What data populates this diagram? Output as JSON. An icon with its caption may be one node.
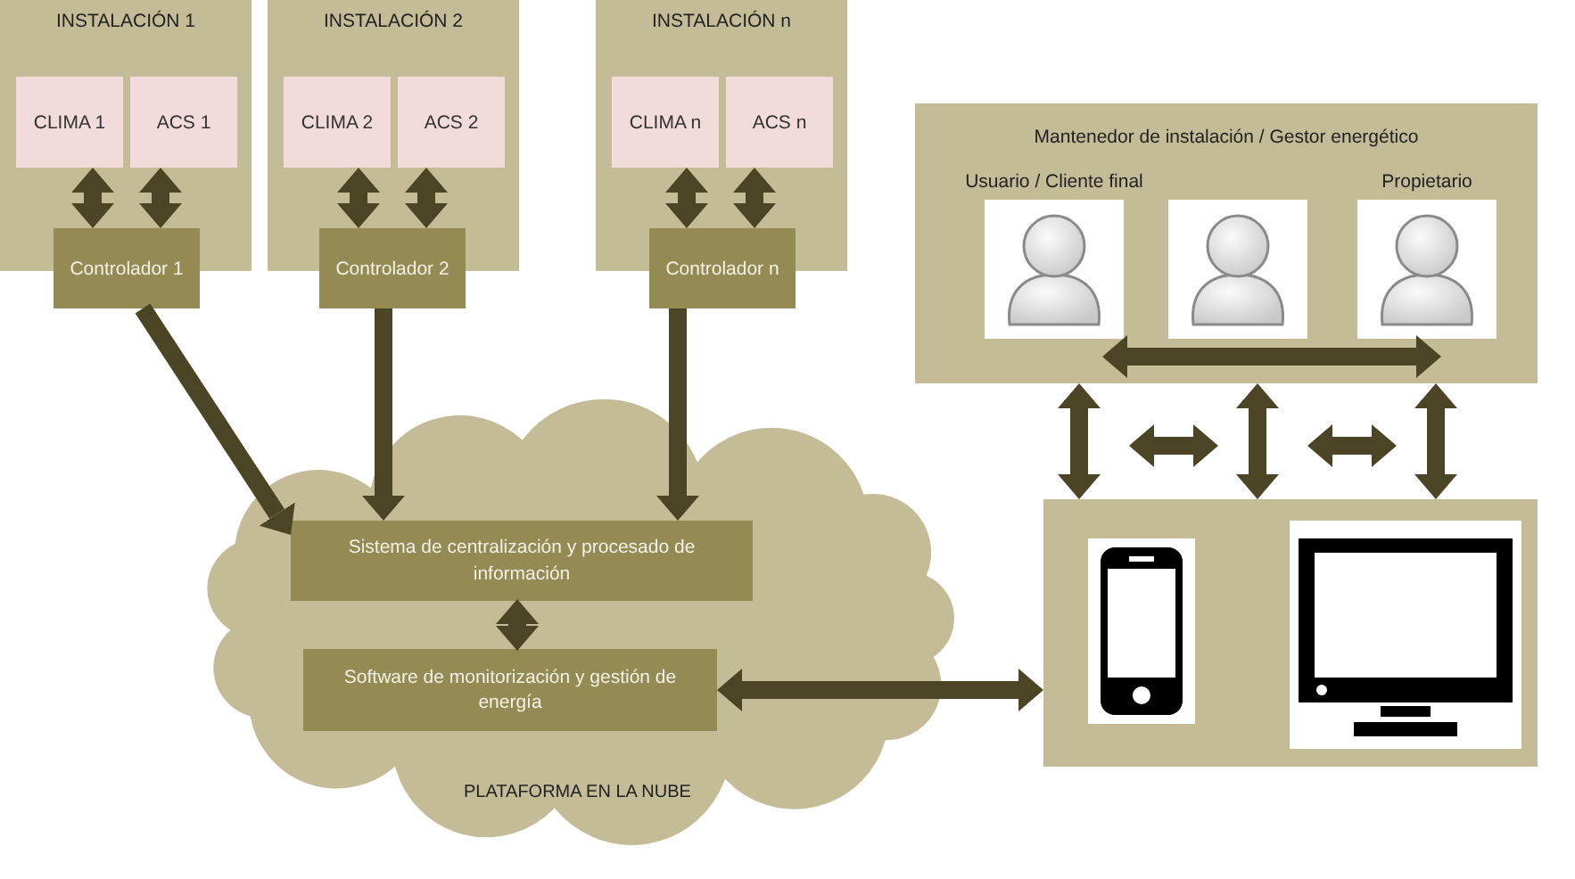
{
  "diagram": {
    "nodes": [
      {
        "text": [
          "INSTALACIÓN 1"
        ]
      },
      {
        "text": [
          "CLIMA 1"
        ],
        "in": 0
      },
      {
        "text": [
          "ACS 1"
        ],
        "in": 0
      },
      {
        "text": [
          "Controlador 1"
        ]
      },
      {
        "text": [
          "INSTALACIÓN 2"
        ]
      },
      {
        "text": [
          "CLIMA 2"
        ],
        "in": 4
      },
      {
        "text": [
          "ACS 2"
        ],
        "in": 4
      },
      {
        "text": [
          "Controlador 2"
        ]
      },
      {
        "text": [
          "INSTALACIÓN n"
        ]
      },
      {
        "text": [
          "CLIMA n"
        ],
        "in": 8
      },
      {
        "text": [
          "ACS n"
        ],
        "in": 8
      },
      {
        "text": [
          "Controlador n"
        ]
      },
      {
        "text": [
          "Mantenedor de instalación / Gestor energético"
        ]
      },
      {
        "text": [
          "Usuario / Cliente final"
        ],
        "in": 12
      },
      {
        "text": [],
        "shape": "person",
        "in": 12
      },
      {
        "text": [
          "Propietario"
        ],
        "in": 12
      },
      {
        "text": [
          "PLATAFORMA EN LA NUBE"
        ]
      },
      {
        "text": [
          "Sistema de centralización y procesado de información"
        ],
        "in": 16
      },
      {
        "text": [
          "Software de monitorización y gestión de energía"
        ],
        "in": 16
      },
      {
        "text": [],
        "shape": "box"
      },
      {
        "text": [],
        "shape": "picture",
        "in": 19
      },
      {
        "text": [],
        "shape": "picture",
        "in": 19
      }
    ],
    "edges": [
      {
        "from": 1,
        "to": 3,
        "arrow": "both"
      },
      {
        "from": 2,
        "to": 3,
        "arrow": "both"
      },
      {
        "from": 5,
        "to": 7,
        "arrow": "both"
      },
      {
        "from": 6,
        "to": 7,
        "arrow": "both"
      },
      {
        "from": 9,
        "to": 11,
        "arrow": "both"
      },
      {
        "from": 10,
        "to": 11,
        "arrow": "both"
      },
      {
        "from": 3,
        "to": 17,
        "arrow": "to"
      },
      {
        "from": 7,
        "to": 17,
        "arrow": "to"
      },
      {
        "from": 11,
        "to": 17,
        "arrow": "to"
      },
      {
        "from": 17,
        "to": 18,
        "arrow": "both"
      },
      {
        "from": 18,
        "to": 19,
        "arrow": "both"
      },
      {
        "from": 12,
        "to": 19,
        "arrow": "both"
      },
      {
        "from": 12,
        "to": 19,
        "arrow": "both"
      },
      {
        "from": 12,
        "to": 19,
        "arrow": "both"
      }
    ]
  }
}
